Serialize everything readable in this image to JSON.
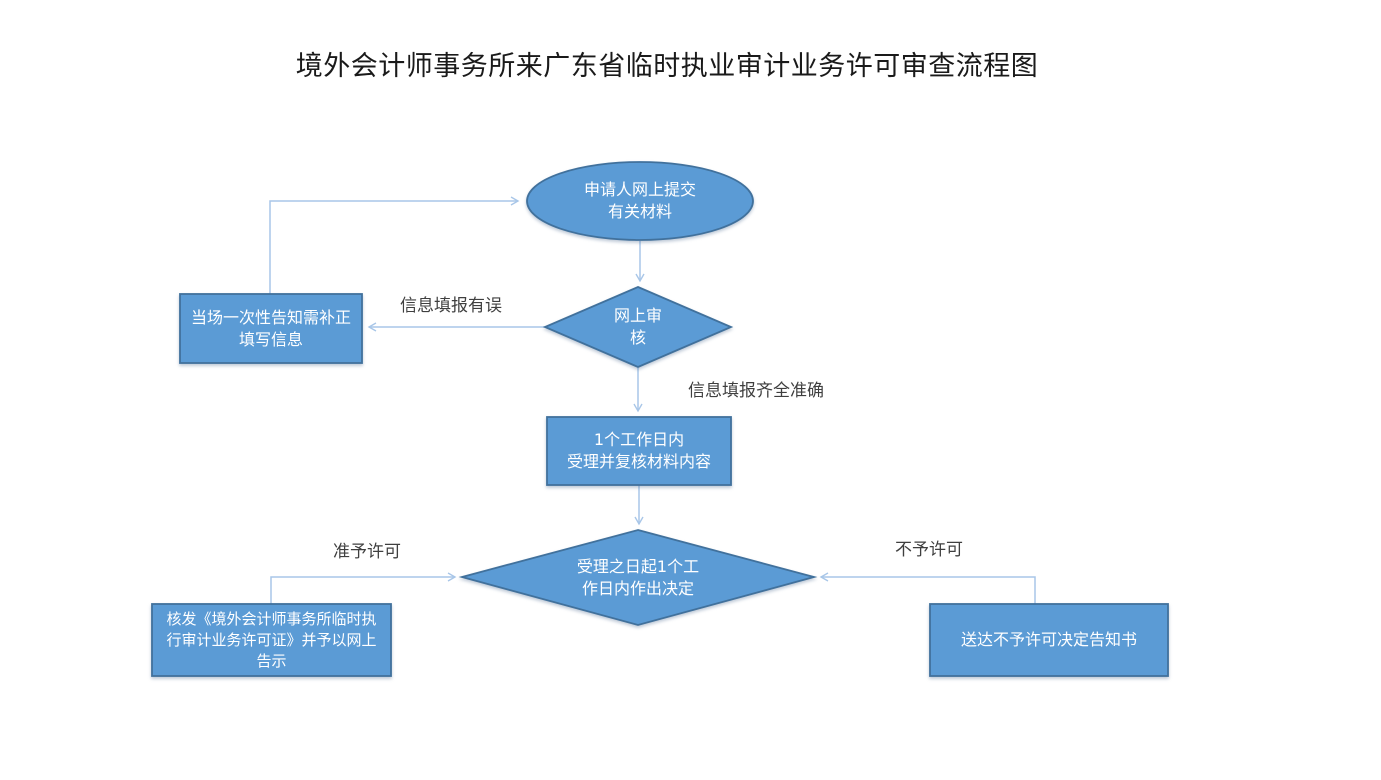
{
  "title": "境外会计师事务所来广东省临时执业审计业务许可审查流程图",
  "colors": {
    "background": "#ffffff",
    "shape_fill": "#5b9bd5",
    "shape_border": "#41719c",
    "connector": "#a8c6e8",
    "node_text": "#ffffff",
    "label_text": "#3f3f3f",
    "title_text": "#1a1a1a"
  },
  "nodes": {
    "start": {
      "shape": "ellipse",
      "label": "申请人网上提交\n有关材料"
    },
    "online_review": {
      "shape": "diamond",
      "label": "网上审\n核"
    },
    "notify_correction": {
      "shape": "rect",
      "label": "当场一次性告知需补正\n填写信息"
    },
    "accept_review": {
      "shape": "rect",
      "label": "1个工作日内\n受理并复核材料内容"
    },
    "decision": {
      "shape": "diamond",
      "label": "受理之日起1个工\n作日内作出决定"
    },
    "issue_license": {
      "shape": "rect",
      "label": "核发《境外会计师事务所临时执\n行审计业务许可证》并予以网上\n告示"
    },
    "deliver_notice": {
      "shape": "rect",
      "label": "送达不予许可决定告知书"
    }
  },
  "edge_labels": {
    "error": "信息填报有误",
    "complete": "信息填报齐全准确",
    "approved": "准予许可",
    "denied": "不予许可"
  }
}
